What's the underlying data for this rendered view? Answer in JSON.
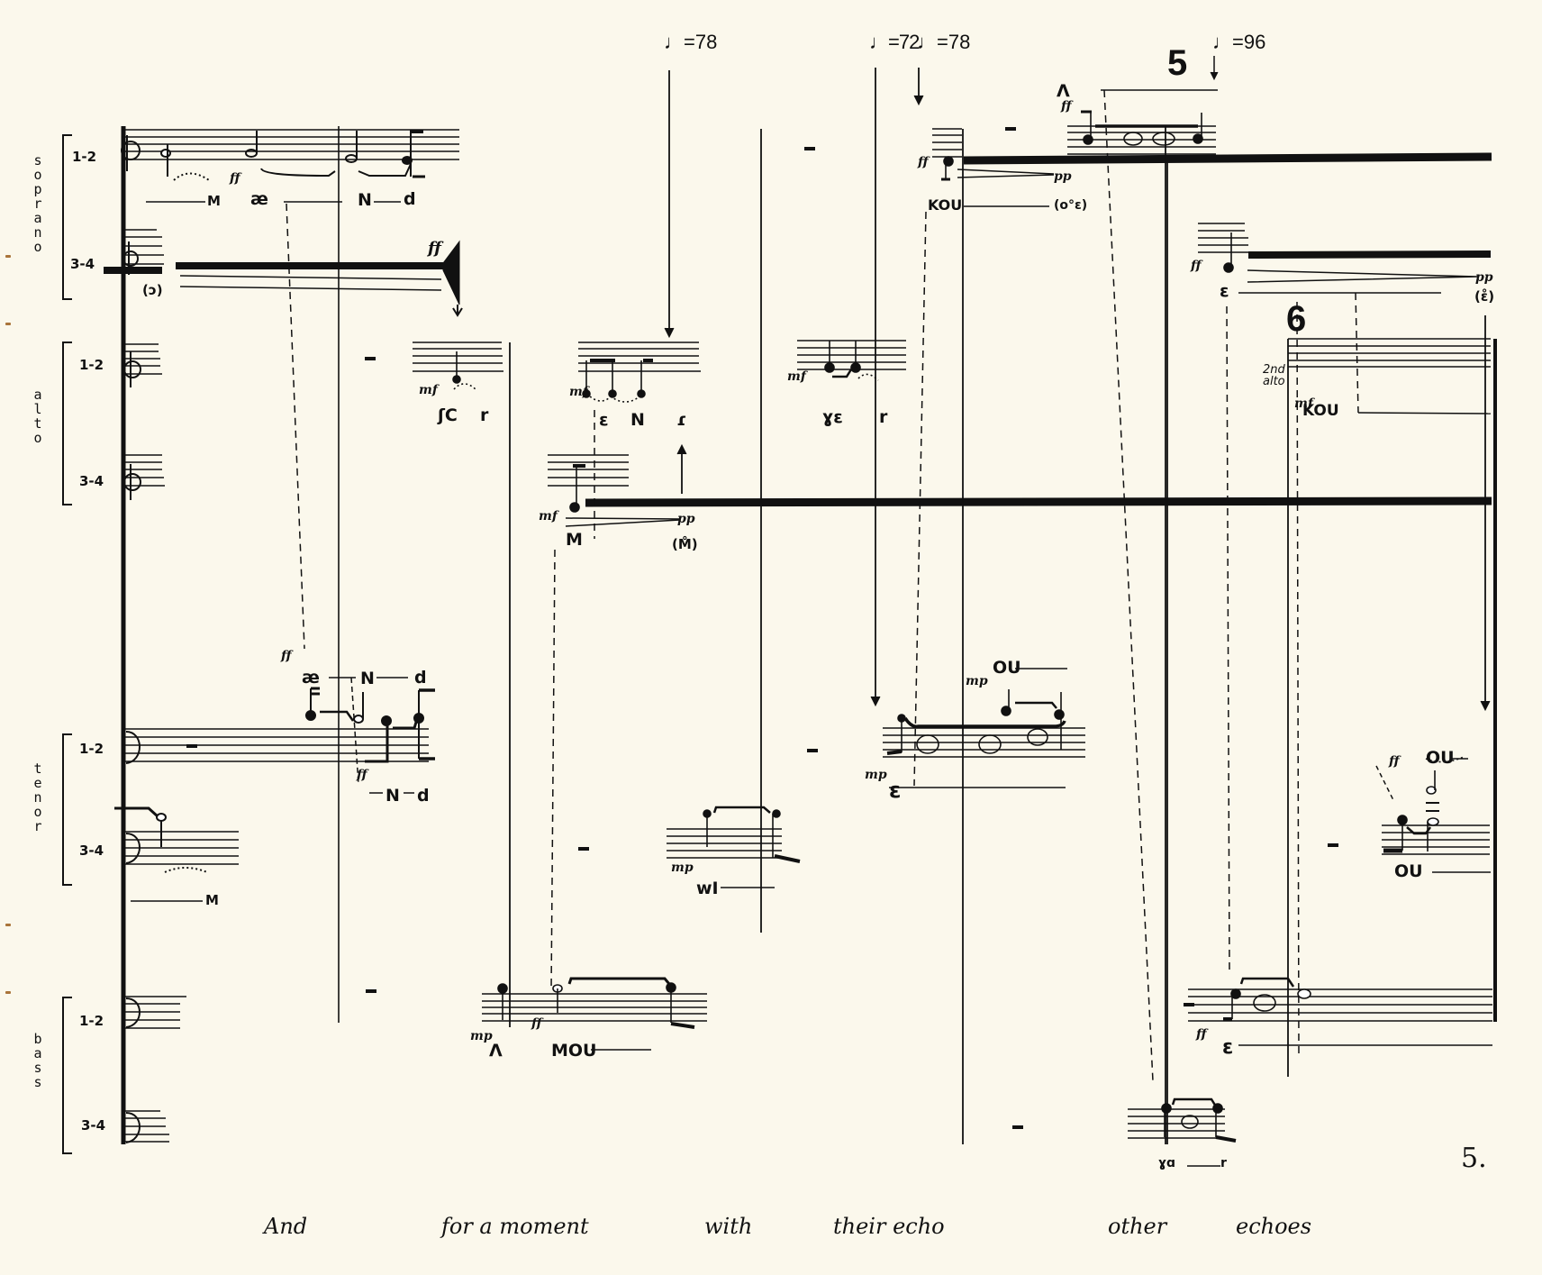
{
  "page": {
    "page_number": "5.",
    "paper_color": "#fbf8ec",
    "ink_color": "#111111"
  },
  "voices": [
    {
      "name": "soprano",
      "parts": [
        "1-2",
        "3-4"
      ]
    },
    {
      "name": "alto",
      "parts": [
        "1-2",
        "3-4"
      ]
    },
    {
      "name": "tenor",
      "parts": [
        "1-2",
        "3-4"
      ]
    },
    {
      "name": "bass",
      "parts": [
        "1-2",
        "3-4"
      ]
    }
  ],
  "tempo_marks": [
    {
      "label": "♩=78"
    },
    {
      "label": "♩=72"
    },
    {
      "label": "♩=78"
    },
    {
      "label": "♩=96"
    }
  ],
  "rehearsal_marks": [
    "5",
    "6"
  ],
  "annotations": {
    "second_alto": "2nd alto"
  },
  "syllables": {
    "sop12": [
      "M",
      "æ",
      "N",
      "d"
    ],
    "sop12_late": [
      "KOU",
      "(o°ε)"
    ],
    "sop34": [
      "(ɔ)"
    ],
    "sop34_late": [
      "ε",
      "(ε̊)"
    ],
    "alto12_a": [
      "ʃC",
      "r"
    ],
    "alto12_b": [
      "ε",
      "N",
      "ɾ"
    ],
    "alto12_c": [
      "ɣε",
      "r"
    ],
    "alto34": [
      "M",
      "(M̊)"
    ],
    "alto_2nd": [
      "KOU"
    ],
    "tenor12_a": [
      "æ",
      "N",
      "d"
    ],
    "tenor12_b": [
      "N",
      "d"
    ],
    "tenor12_c": [
      "OU",
      "ε"
    ],
    "tenor34_a": [
      "M"
    ],
    "tenor34_b": [
      "wI"
    ],
    "tenor_right": [
      "OU",
      "OU"
    ],
    "bass12_a": [
      "Λ",
      "MOU"
    ],
    "bass12_b": [
      "ε"
    ],
    "bass34": [
      "ɣɑ",
      "r"
    ],
    "sop_late_accent": [
      "Λ"
    ]
  },
  "dynamics": [
    "ff",
    "ff",
    "ff",
    "mf",
    "mf",
    "mf",
    "mf",
    "mp",
    "mp",
    "mp",
    "mp",
    "ff",
    "ff",
    "pp",
    "pp",
    "pp",
    "ff",
    "ff",
    "ff",
    "mf",
    "ff",
    "ff"
  ],
  "lyrics": [
    {
      "text": "And"
    },
    {
      "text": "for a moment"
    },
    {
      "text": "with"
    },
    {
      "text": "their echo"
    },
    {
      "text": "other"
    },
    {
      "text": "echoes"
    }
  ]
}
